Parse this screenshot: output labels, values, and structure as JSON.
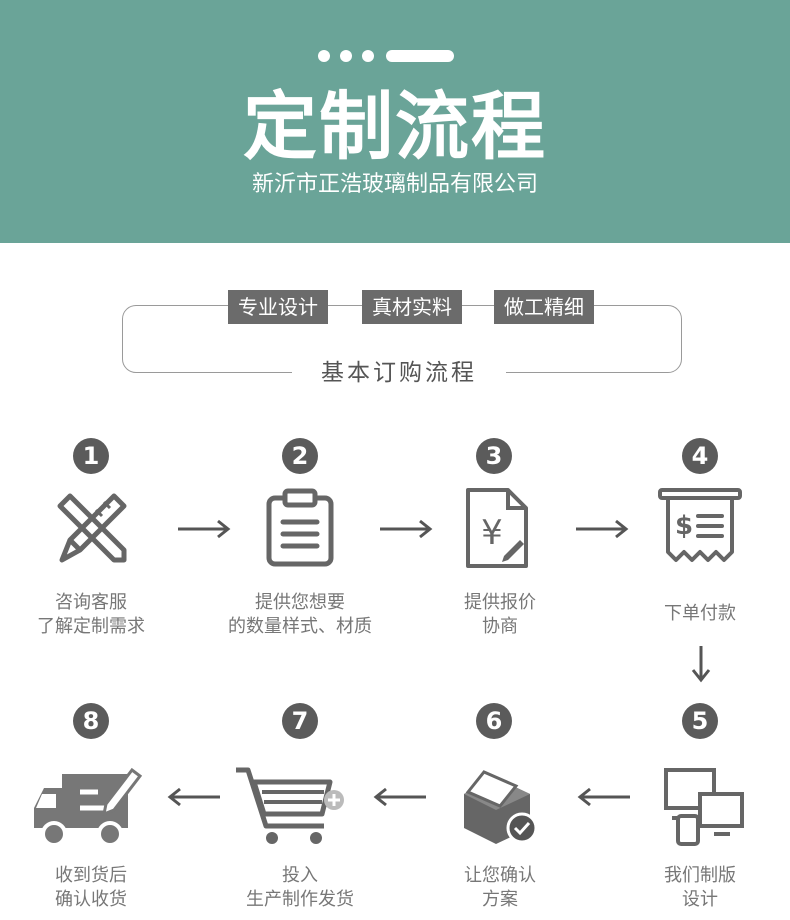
{
  "header": {
    "title": "定制流程",
    "company": "新沂市正浩玻璃制品有限公司",
    "bg_color": "#6aa498"
  },
  "features": {
    "tags": [
      "专业设计",
      "真材实料",
      "做工精细"
    ],
    "subtitle": "基本订购流程"
  },
  "steps": [
    {
      "number": "1",
      "icon": "ruler-pencil-icon",
      "line1": "咨询客服",
      "line2": "了解定制需求"
    },
    {
      "number": "2",
      "icon": "clipboard-icon",
      "line1": "提供您想要",
      "line2": "的数量样式、材质"
    },
    {
      "number": "3",
      "icon": "yen-document-icon",
      "line1": "提供报价",
      "line2": "协商"
    },
    {
      "number": "4",
      "icon": "receipt-icon",
      "line1": "下单付款",
      "line2": ""
    },
    {
      "number": "5",
      "icon": "devices-icon",
      "line1": "我们制版",
      "line2": "设计"
    },
    {
      "number": "6",
      "icon": "box-check-icon",
      "line1": "让您确认",
      "line2": "方案"
    },
    {
      "number": "7",
      "icon": "shopping-cart-icon",
      "line1": "投入",
      "line2": "生产制作发货"
    },
    {
      "number": "8",
      "icon": "delivery-truck-icon",
      "line1": "收到货后",
      "line2": "确认收货"
    }
  ]
}
